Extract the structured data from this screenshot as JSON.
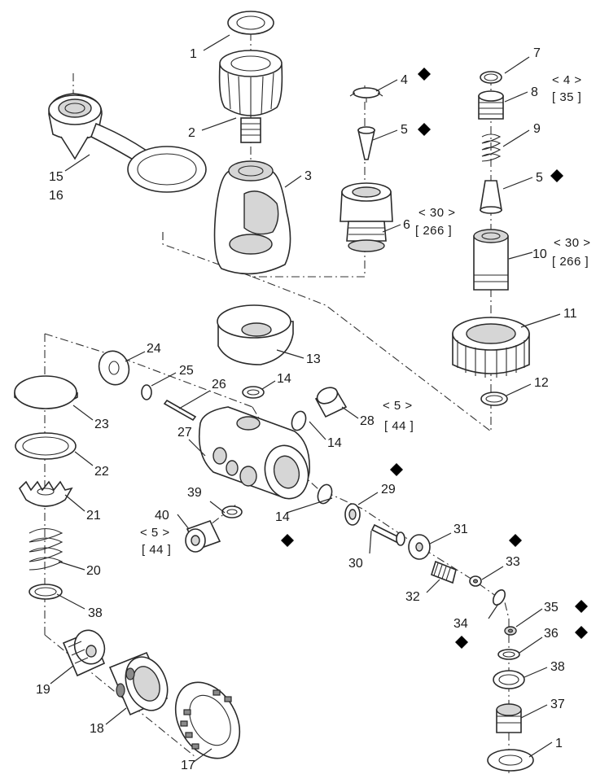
{
  "callouts": {
    "c1a": "1",
    "c2": "2",
    "c3": "3",
    "c4": "4",
    "c5a": "5",
    "c5b": "5",
    "c6": "6",
    "c7": "7",
    "c8": "8",
    "c9": "9",
    "c10": "10",
    "c11": "11",
    "c12": "12",
    "c13": "13",
    "c14a": "14",
    "c14b": "14",
    "c14c": "14",
    "c15": "15",
    "c16": "16",
    "c17": "17",
    "c18": "18",
    "c19": "19",
    "c20": "20",
    "c21": "21",
    "c22": "22",
    "c23": "23",
    "c24": "24",
    "c25": "25",
    "c26": "26",
    "c27": "27",
    "c28": "28",
    "c29": "29",
    "c30": "30",
    "c31": "31",
    "c32": "32",
    "c33": "33",
    "c34": "34",
    "c35": "35",
    "c36": "36",
    "c37": "37",
    "c38a": "38",
    "c38b": "38",
    "c39": "39",
    "c40": "40",
    "c1b": "1"
  },
  "torque_specs": {
    "s8_angle": "< 4 >",
    "s8_bracket": "[ 35 ]",
    "s6_angle": "< 30 >",
    "s6_bracket": "[ 266 ]",
    "s10_angle": "< 30 >",
    "s10_bracket": "[ 266 ]",
    "s28_angle": "< 5 >",
    "s28_bracket": "[ 44 ]",
    "s40_angle": "< 5 >",
    "s40_bracket": "[ 44 ]"
  },
  "lubrication_symbol": "lubrication-diamond-icon"
}
